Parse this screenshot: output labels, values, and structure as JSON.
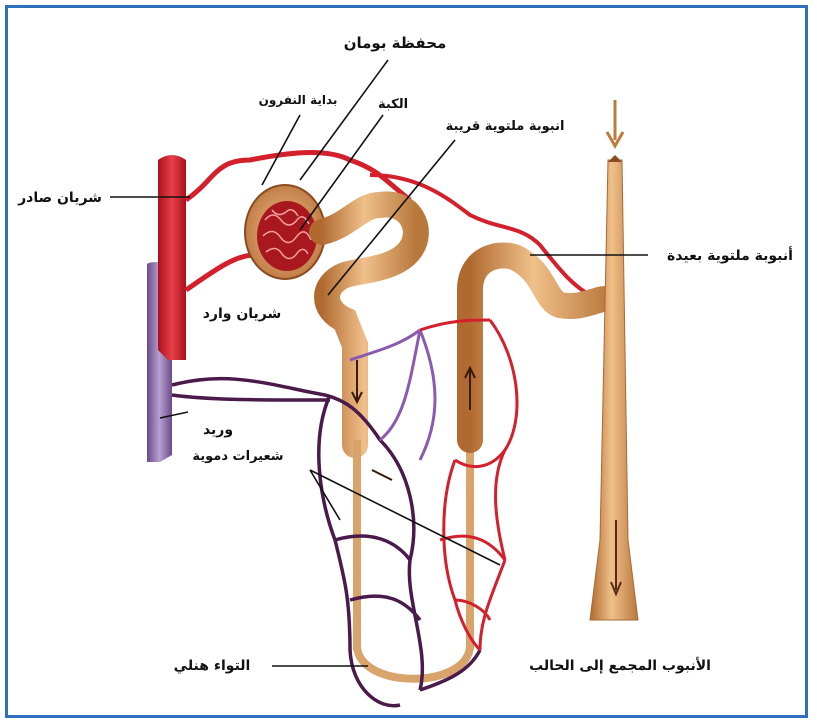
{
  "labels": {
    "bowman_capsule": "محفظة بومان",
    "nephron_start": "بداية النفرون",
    "glomerulus": "الكبة",
    "proximal_tubule": "انبوبة ملتوية قريبة",
    "efferent_artery": "شريان صادر",
    "afferent_artery": "شريان وارد",
    "distal_tubule": "أنبوبة ملتوية بعيدة",
    "vein": "وريد",
    "capillaries": "شعيرات دموية",
    "loop_of_henle": "التواء هنلي",
    "collecting_duct": "الأنبوب المجمع إلى الحالب"
  },
  "colors": {
    "frame": "#2f6fc0",
    "artery": "#d41f2c",
    "vein": "#8a6aa8",
    "capillary_venous": "#4a1a4a",
    "tubule": "#d8a46c",
    "tubule_dark": "#a85a26",
    "glomerulus": "#c0242a"
  }
}
